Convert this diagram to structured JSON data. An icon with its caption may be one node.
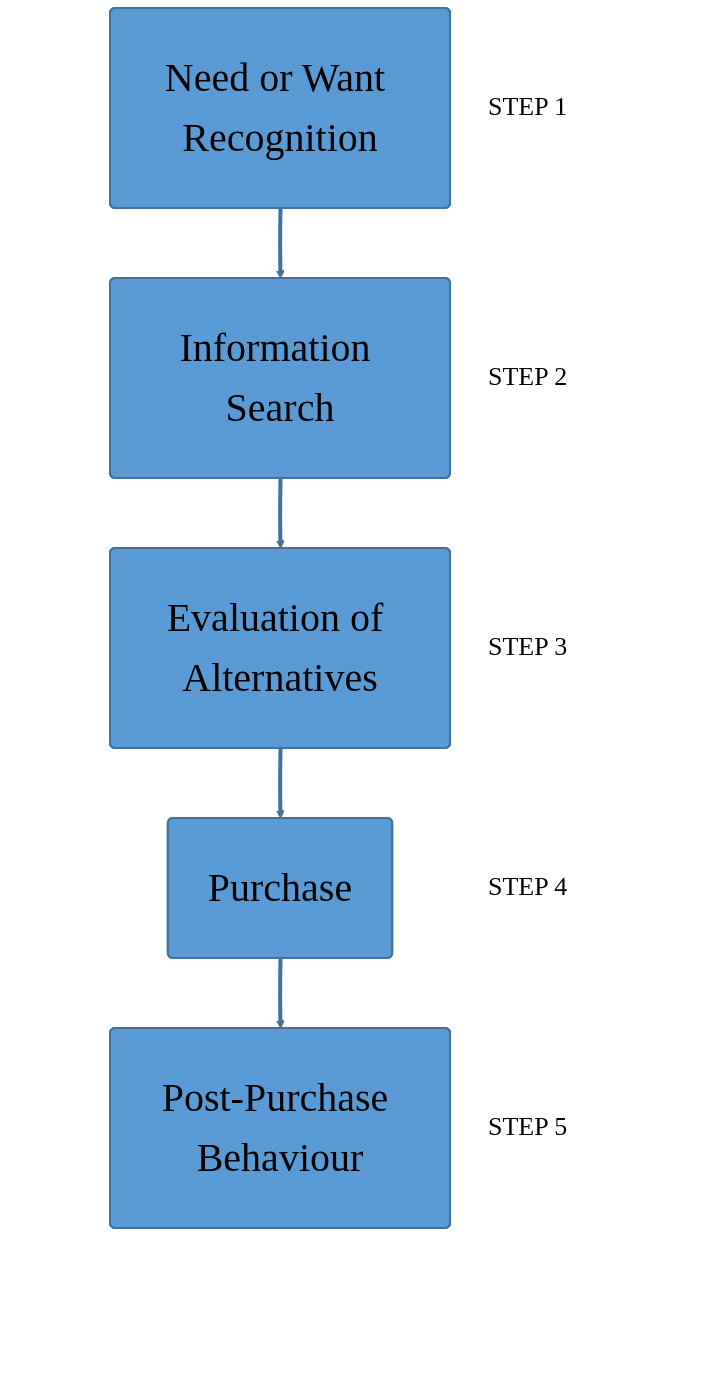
{
  "diagram": {
    "nodes": [
      {
        "text": [
          "Need or Want Recognition"
        ],
        "beside": [
          "STEP 1"
        ]
      },
      {
        "text": [
          "Information Search"
        ],
        "beside": [
          "STEP 2"
        ]
      },
      {
        "text": [
          "Evaluation of Alternatives"
        ],
        "beside": [
          "STEP 3"
        ]
      },
      {
        "text": [
          "Purchase"
        ],
        "beside": [
          "STEP 4"
        ]
      },
      {
        "text": [
          "Post-Purchase Behaviour"
        ],
        "beside": [
          "STEP 5"
        ]
      }
    ],
    "edges": [
      {
        "from": 0,
        "to": 1,
        "arrow": "to"
      },
      {
        "from": 1,
        "to": 2,
        "arrow": "to"
      },
      {
        "from": 2,
        "to": 3,
        "arrow": "to"
      },
      {
        "from": 3,
        "to": 4,
        "arrow": "to"
      }
    ]
  }
}
